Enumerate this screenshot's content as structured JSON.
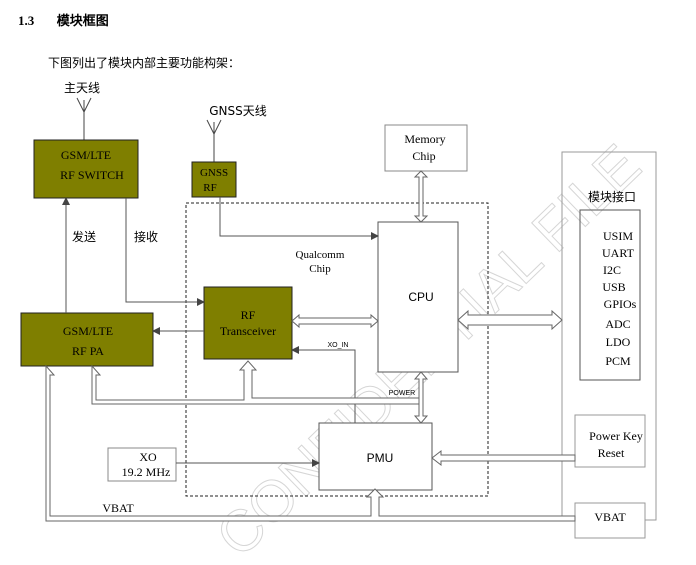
{
  "section": {
    "number": "1.3",
    "title": "模块框图"
  },
  "intro": "下图列出了模块内部主要功能构架：",
  "labels": {
    "main_antenna": "主天线",
    "gnss_antenna": "GNSS天线",
    "send": "发送",
    "receive": "接收",
    "qualcomm_line1": "Qualcomm",
    "qualcomm_line2": "Chip",
    "xo_in": "XO_IN",
    "power": "POWER",
    "vbat_bus": "VBAT"
  },
  "blocks": {
    "gsm_rf_switch": {
      "line1": "GSM/LTE",
      "line2": "RF SWITCH"
    },
    "gnss_rf": {
      "line1": "GNSS",
      "line2": "RF"
    },
    "memory_chip": {
      "line1": "Memory",
      "line2": "Chip"
    },
    "gsm_rf_pa": {
      "line1": "GSM/LTE",
      "line2": "RF PA"
    },
    "rf_transceiver": {
      "line1": "RF",
      "line2": "Transceiver"
    },
    "cpu": {
      "label": "CPU"
    },
    "pmu": {
      "label": "PMU"
    },
    "xo": {
      "line1": "XO",
      "line2": "19.2 MHz"
    },
    "power_key": {
      "line1": "Power Key",
      "line2": "Reset"
    },
    "vbat_box": {
      "label": "VBAT"
    }
  },
  "module_interface": {
    "title": "模块接口",
    "items": [
      "USIM",
      "UART",
      "I2C",
      "USB",
      "GPIOs",
      "ADC",
      "LDO",
      "PCM"
    ]
  },
  "watermark": "CONFIDENTIAL FILE",
  "colors": {
    "block_fill": "#7f7f00",
    "line": "#555555",
    "hollow_stroke": "#666666"
  }
}
